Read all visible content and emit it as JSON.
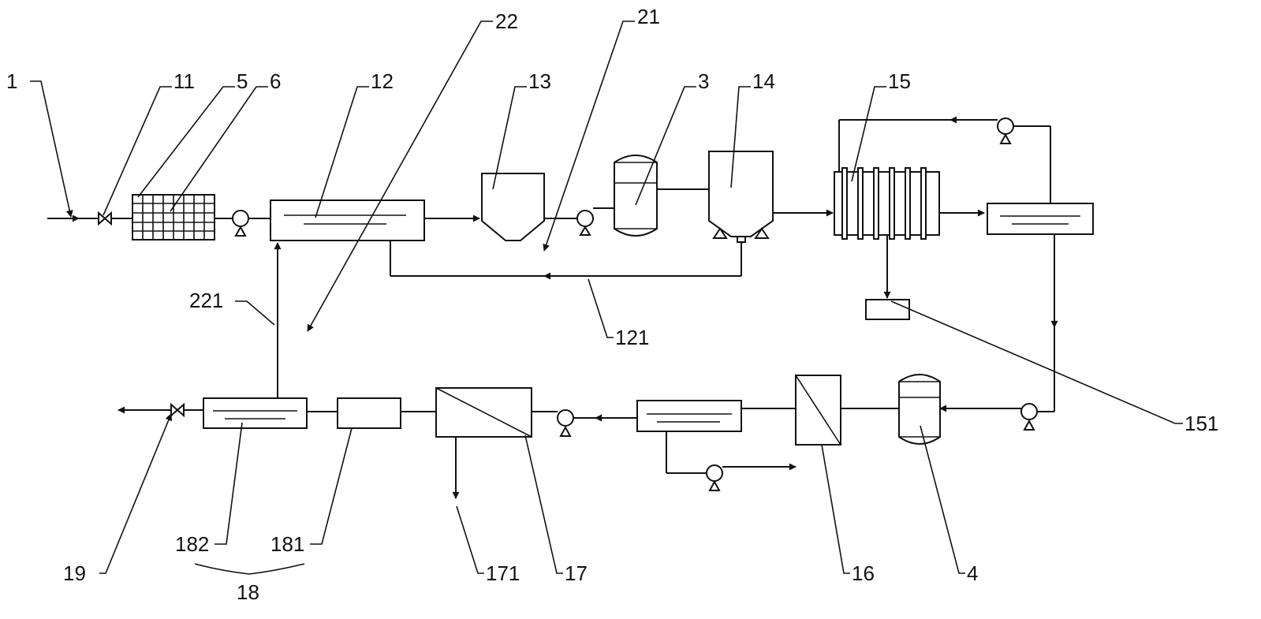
{
  "labels": {
    "l1": "1",
    "l11": "11",
    "l5": "5",
    "l6": "6",
    "l12": "12",
    "l22": "22",
    "l21": "21",
    "l13": "13",
    "l3": "3",
    "l14": "14",
    "l15": "15",
    "l221": "221",
    "l121": "121",
    "l151": "151",
    "l19": "19",
    "l182": "182",
    "l181": "181",
    "l18": "18",
    "l171": "171",
    "l17": "17",
    "l16": "16",
    "l4": "4"
  }
}
